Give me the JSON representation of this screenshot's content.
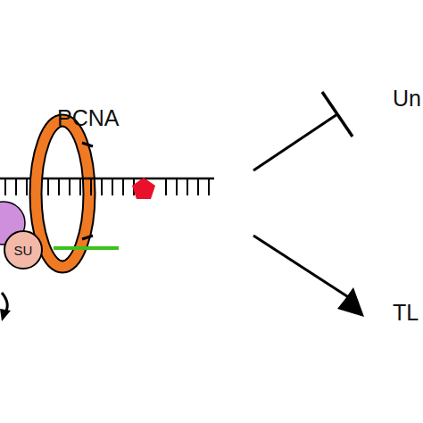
{
  "diagram": {
    "nodes": [
      {
        "text": [
          "SU"
        ]
      }
    ],
    "labels": [
      "PCNA",
      "Un",
      "TL"
    ]
  }
}
